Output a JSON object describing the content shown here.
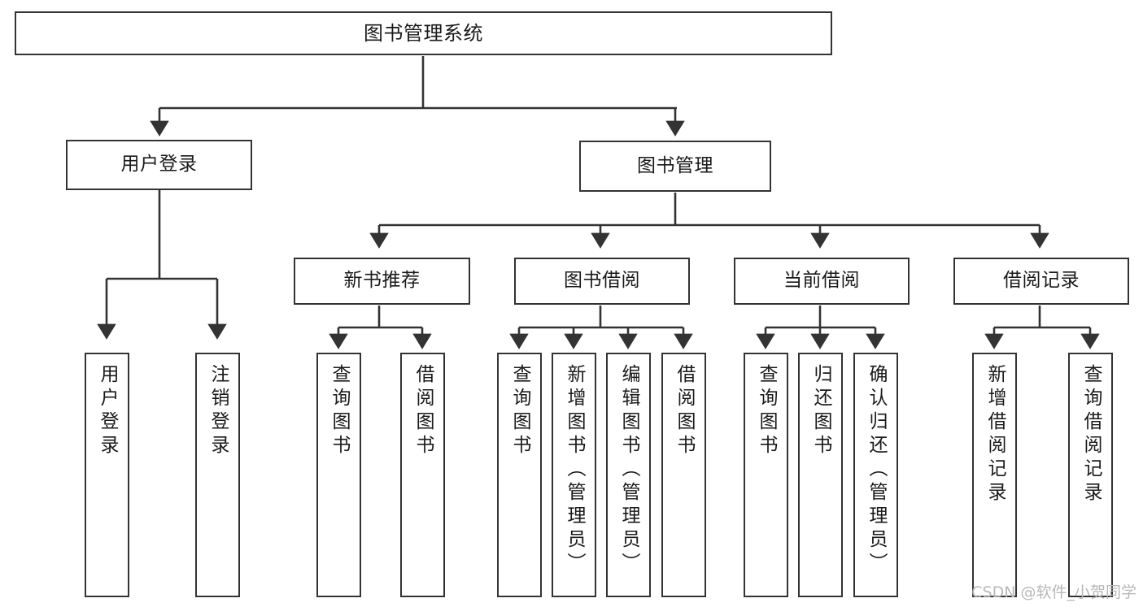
{
  "diagram": {
    "title": "图书管理系统",
    "type": "tree-structure-chart",
    "orientation": "top-down",
    "style": {
      "box_border_color": "#333333",
      "box_fill_color": "#ffffff",
      "line_color": "#333333",
      "text_color": "#1a1a1a",
      "background_color": "#ffffff"
    }
  },
  "nodes": {
    "root": {
      "label": "图书管理系统"
    },
    "level2": [
      {
        "id": "user-login",
        "label": "用户登录"
      },
      {
        "id": "book-management",
        "label": "图书管理"
      }
    ],
    "level3": [
      {
        "id": "new-book-recommend",
        "label": "新书推荐"
      },
      {
        "id": "book-borrow",
        "label": "图书借阅"
      },
      {
        "id": "current-borrow",
        "label": "当前借阅"
      },
      {
        "id": "borrow-record",
        "label": "借阅记录"
      }
    ],
    "leaves": {
      "user_login": [
        {
          "id": "leaf-user-login",
          "label": "用户登录"
        },
        {
          "id": "leaf-logout-login",
          "label": "注销登录"
        }
      ],
      "new_book_recommend": [
        {
          "id": "leaf-query-book-1",
          "label": "查询图书"
        },
        {
          "id": "leaf-borrow-book-1",
          "label": "借阅图书"
        }
      ],
      "book_borrow": [
        {
          "id": "leaf-query-book-2",
          "label": "查询图书"
        },
        {
          "id": "leaf-add-book",
          "label": "新增图书（管理员）"
        },
        {
          "id": "leaf-edit-book",
          "label": "编辑图书（管理员）"
        },
        {
          "id": "leaf-borrow-book-2",
          "label": "借阅图书"
        }
      ],
      "current_borrow": [
        {
          "id": "leaf-query-book-3",
          "label": "查询图书"
        },
        {
          "id": "leaf-return-book",
          "label": "归还图书"
        },
        {
          "id": "leaf-confirm-return",
          "label": "确认归还（管理员）"
        }
      ],
      "borrow_record": [
        {
          "id": "leaf-add-record",
          "label": "新增借阅记录"
        },
        {
          "id": "leaf-query-record",
          "label": "查询借阅记录"
        }
      ]
    }
  },
  "watermark": {
    "text": "CSDN @软件_小贺同学"
  }
}
